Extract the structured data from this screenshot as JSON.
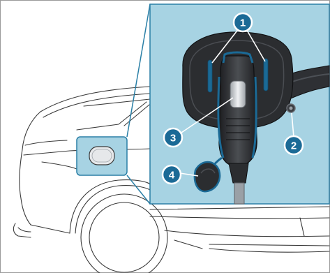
{
  "figure": {
    "callouts": [
      {
        "id": "callout-1",
        "label": "1"
      },
      {
        "id": "callout-2",
        "label": "2"
      },
      {
        "id": "callout-3",
        "label": "3"
      },
      {
        "id": "callout-4",
        "label": "4"
      }
    ],
    "colors": {
      "inset_background": "#a7d3e3",
      "inset_border": "#2a7fa6",
      "callout_fill": "#1b6a96",
      "callout_ring": "#ffffff",
      "leader_line": "#ffffff",
      "car_outline": "#3a3a3a",
      "socket_dark": "#2b2d30",
      "cable_grey": "#9aa0a6"
    }
  }
}
